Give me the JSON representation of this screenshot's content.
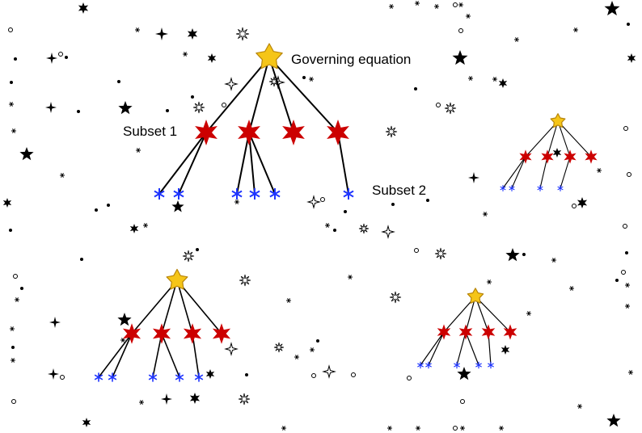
{
  "labels": {
    "root": "Governing equation",
    "subset1": "Subset 1",
    "subset2": "Subset 2"
  },
  "colors": {
    "root_star": "#f5c518",
    "subset_star": "#cc0000",
    "leaf_star": "#1f35ff",
    "edge": "#000000",
    "background_stars": "#000000"
  },
  "icons": {
    "root": "gold-star-icon",
    "subset": "red-six-point-star-icon",
    "leaf": "blue-asterisk-icon"
  },
  "trees": [
    {
      "subsets": 4,
      "leaves_per_subset": [
        2,
        3,
        0,
        1
      ]
    },
    {
      "subsets": 4,
      "leaves_per_subset": [
        2,
        1,
        1,
        0
      ]
    },
    {
      "subsets": 4,
      "leaves_per_subset": [
        2,
        2,
        1,
        0
      ]
    },
    {
      "subsets": 4,
      "leaves_per_subset": [
        2,
        2,
        1,
        0
      ]
    }
  ]
}
